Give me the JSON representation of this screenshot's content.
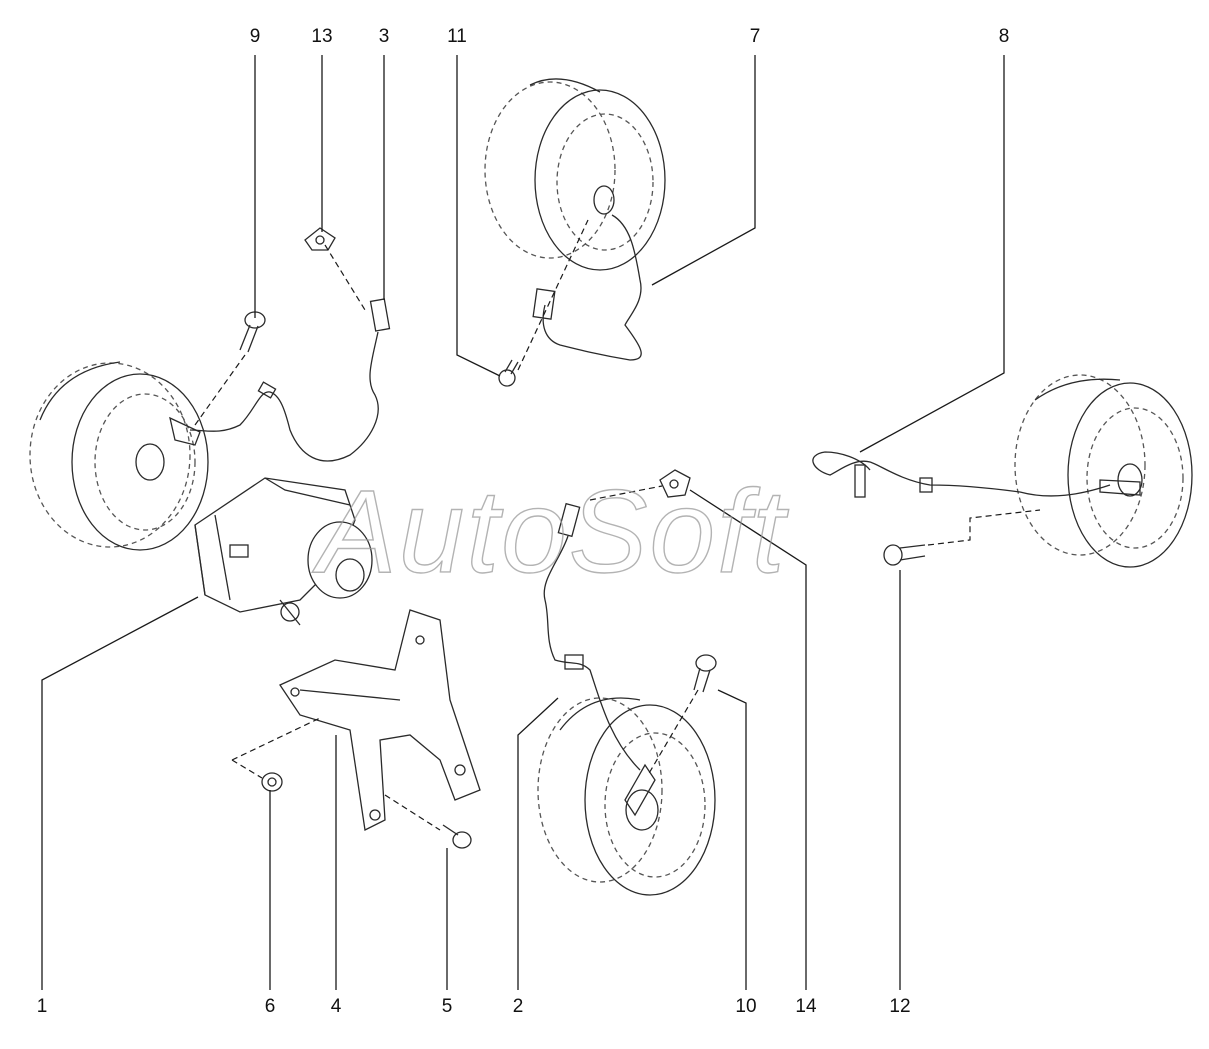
{
  "diagram": {
    "callouts": [
      "9",
      "13",
      "3",
      "11",
      "7",
      "8",
      "1",
      "6",
      "4",
      "5",
      "2",
      "10",
      "14",
      "12"
    ]
  },
  "watermark": {
    "text": "AutoSoft",
    "color": "#9a9a9a"
  },
  "colors": {
    "line": "#2a2a2a",
    "background": "#ffffff"
  }
}
